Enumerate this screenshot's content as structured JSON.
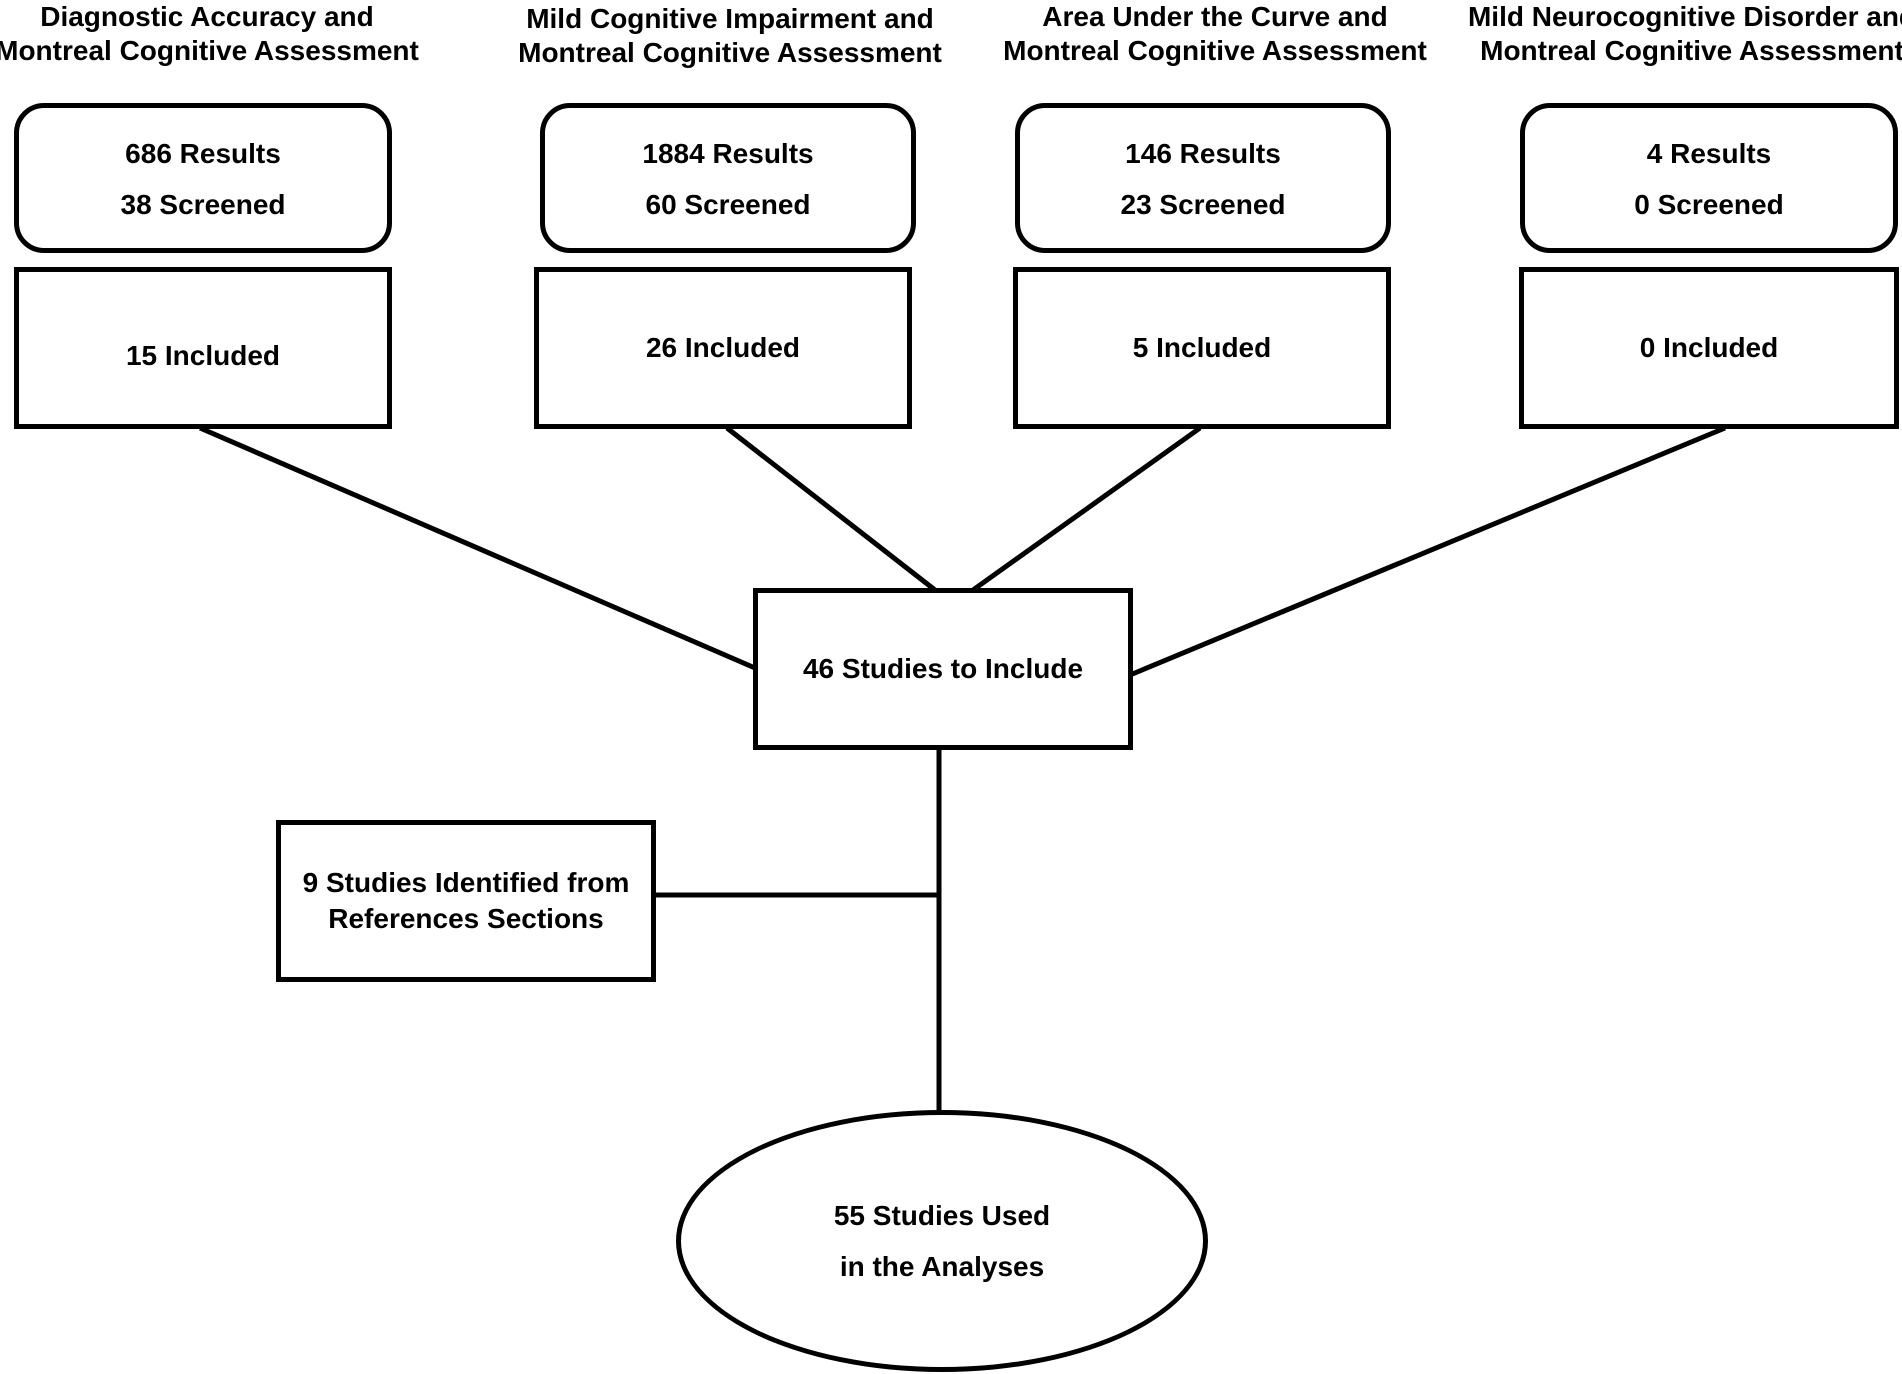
{
  "sources": [
    {
      "header": [
        "Diagnostic Accuracy and",
        "Montreal Cognitive Assessment"
      ],
      "results": "686 Results",
      "screened": "38 Screened",
      "included": "15 Included"
    },
    {
      "header": [
        "Mild Cognitive Impairment and",
        "Montreal Cognitive Assessment"
      ],
      "results": "1884 Results",
      "screened": "60 Screened",
      "included": "26 Included"
    },
    {
      "header": [
        "Area Under the Curve and",
        "Montreal Cognitive Assessment"
      ],
      "results": "146 Results",
      "screened": "23 Screened",
      "included": "5 Included"
    },
    {
      "header": [
        "Mild Neurocognitive Disorder and",
        "Montreal Cognitive Assessment"
      ],
      "results": "4 Results",
      "screened": "0 Screened",
      "included": "0 Included"
    }
  ],
  "merge": {
    "label": "46 Studies to Include"
  },
  "references": {
    "lines": [
      "9 Studies Identified from",
      "References Sections"
    ]
  },
  "final": {
    "lines": [
      "55 Studies Used",
      "in the Analyses"
    ]
  },
  "colors": {
    "stroke": "#000000",
    "fill": "#ffffff"
  }
}
